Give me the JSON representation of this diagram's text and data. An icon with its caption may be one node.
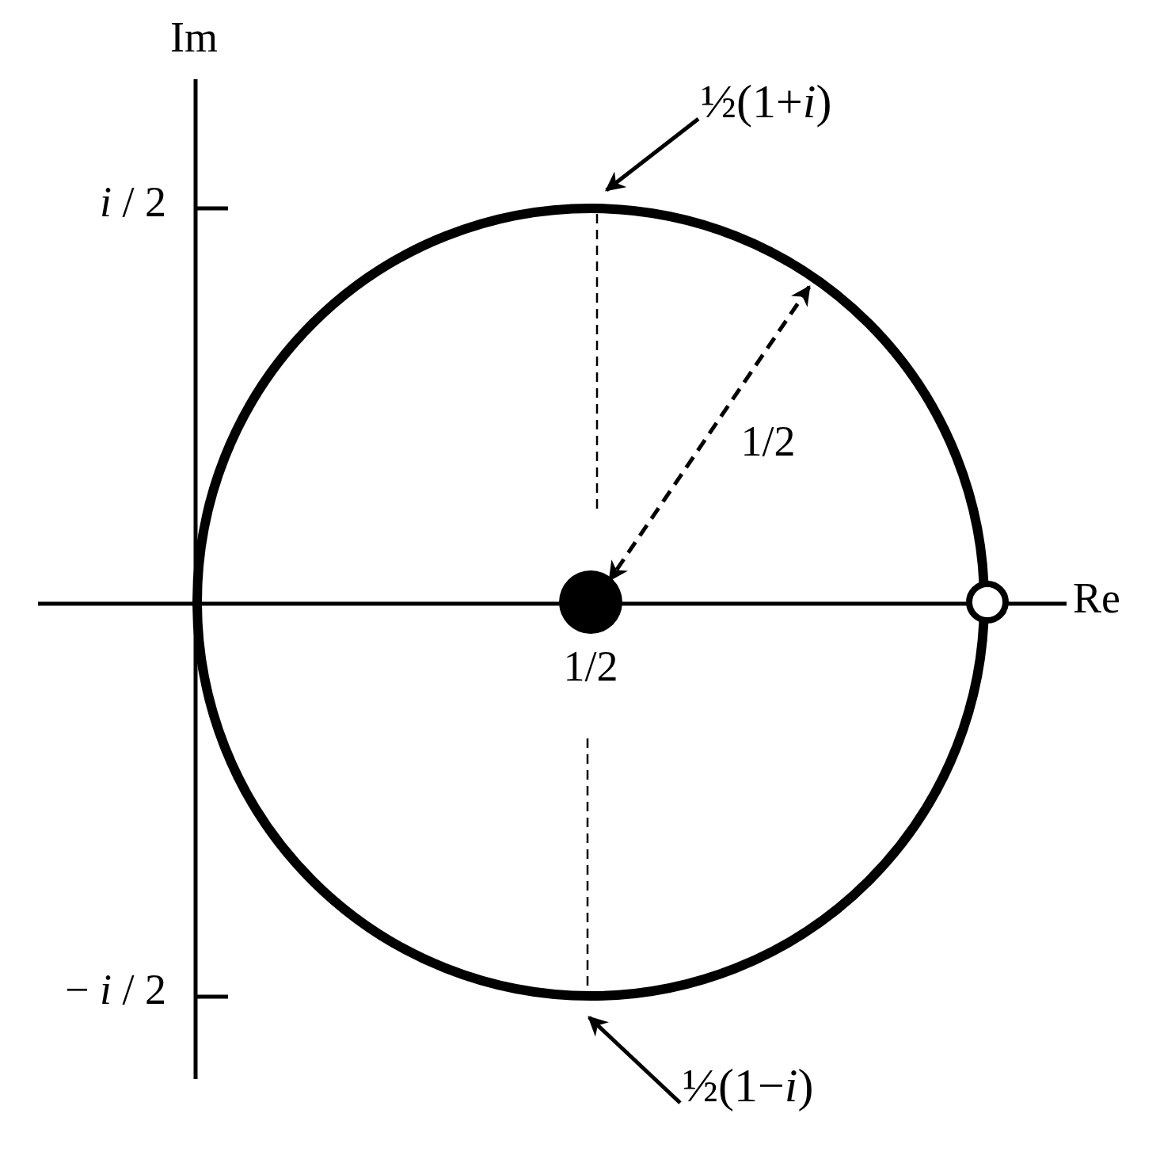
{
  "diagram": {
    "nodes": [
      {
        "text": [
          "½(1+*i*)"
        ]
      },
      {
        "text": [
          "½(1−*i*)"
        ]
      },
      {
        "text": [],
        "shape": "circle",
        "beside": [
          "1/2"
        ]
      },
      {
        "text": [],
        "shape": "circle"
      }
    ],
    "edges": [
      {
        "from": 0,
        "to": null,
        "arrow": "to"
      },
      {
        "from": 1,
        "to": null,
        "arrow": "to"
      }
    ],
    "labels": [
      "Im",
      "Re",
      "*i* / 2",
      "− *i* / 2",
      "1/2"
    ]
  }
}
